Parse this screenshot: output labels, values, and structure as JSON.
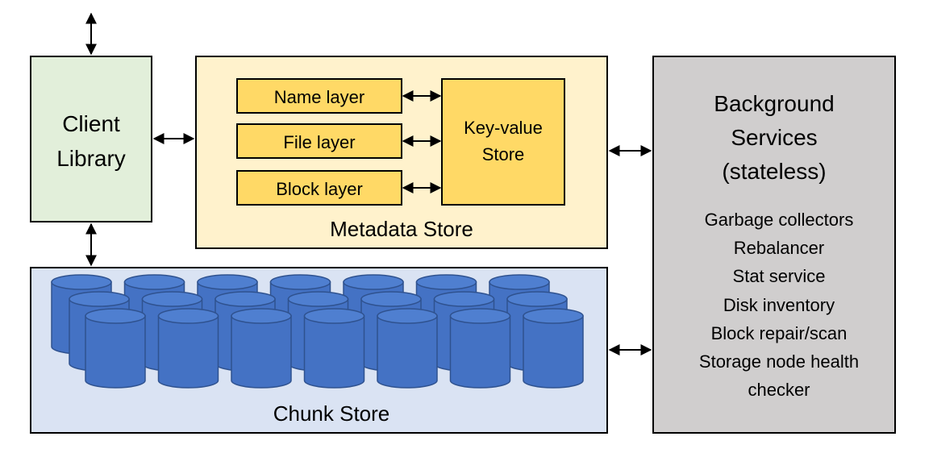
{
  "client_library": {
    "line1": "Client",
    "line2": "Library"
  },
  "metadata_store": {
    "title": "Metadata Store",
    "layers": [
      "Name layer",
      "File layer",
      "Block layer"
    ],
    "kv_line1": "Key-value",
    "kv_line2": "Store"
  },
  "chunk_store": {
    "title": "Chunk Store"
  },
  "background_services": {
    "title_lines": [
      "Background",
      "Services",
      "(stateless)"
    ],
    "items": [
      "Garbage collectors",
      "Rebalancer",
      "Stat service",
      "Disk inventory",
      "Block repair/scan",
      "Storage node health",
      "checker"
    ]
  },
  "colors": {
    "client_fill": "#e2efda",
    "metadata_fill": "#fff2cc",
    "layer_fill": "#ffd966",
    "chunk_fill": "#dae3f3",
    "services_fill": "#d0cece",
    "disk_fill": "#4472c4"
  }
}
